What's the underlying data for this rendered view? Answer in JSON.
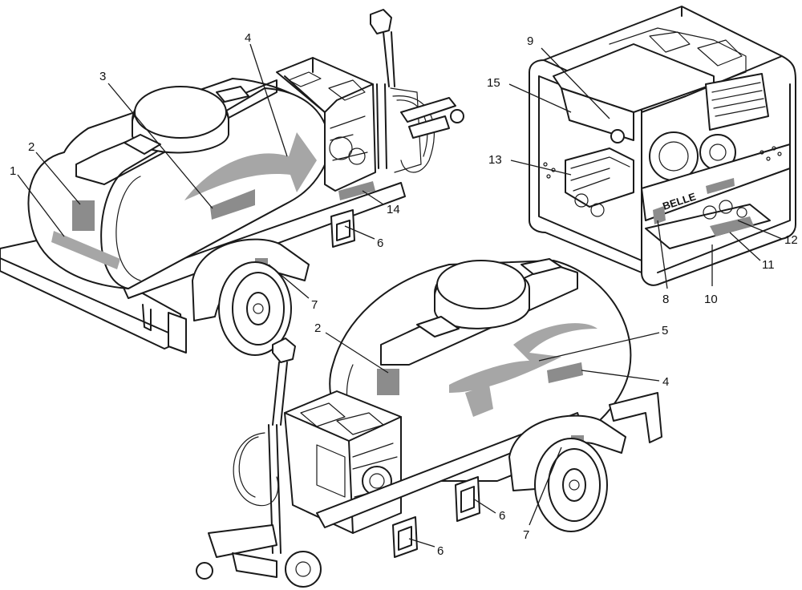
{
  "brand_text": "BELLE",
  "decal_color": "#8c8c8c",
  "callouts": [
    {
      "id": "c1",
      "label": "1"
    },
    {
      "id": "c2a",
      "label": "2"
    },
    {
      "id": "c3",
      "label": "3"
    },
    {
      "id": "c4a",
      "label": "4"
    },
    {
      "id": "c14",
      "label": "14"
    },
    {
      "id": "c6a",
      "label": "6"
    },
    {
      "id": "c7a",
      "label": "7"
    },
    {
      "id": "c9",
      "label": "9"
    },
    {
      "id": "c15",
      "label": "15"
    },
    {
      "id": "c13",
      "label": "13"
    },
    {
      "id": "c12",
      "label": "12"
    },
    {
      "id": "c11",
      "label": "11"
    },
    {
      "id": "c10",
      "label": "10"
    },
    {
      "id": "c8",
      "label": "8"
    },
    {
      "id": "c2b",
      "label": "2"
    },
    {
      "id": "c5",
      "label": "5"
    },
    {
      "id": "c4b",
      "label": "4"
    },
    {
      "id": "c6b",
      "label": "6"
    },
    {
      "id": "c7b",
      "label": "7"
    },
    {
      "id": "c6c",
      "label": "6"
    }
  ]
}
